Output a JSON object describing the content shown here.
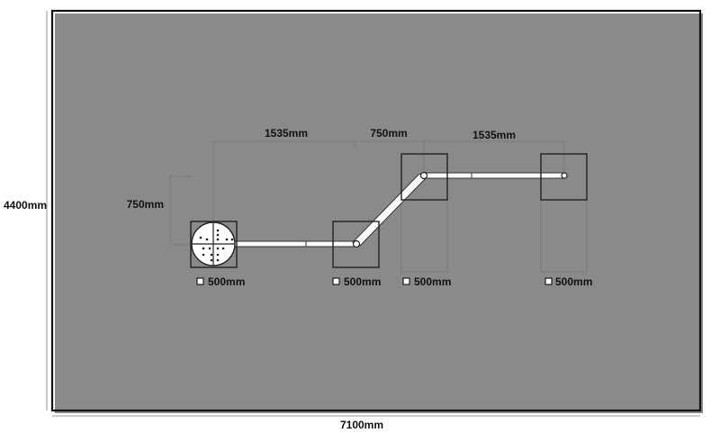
{
  "plan": {
    "overall_width": "7100mm",
    "overall_height": "4400mm",
    "span_left": "1535mm",
    "span_middle": "750mm",
    "span_right": "1535mm",
    "offset_vertical": "750mm",
    "base_sizes": [
      "500mm",
      "500mm",
      "500mm",
      "500mm"
    ],
    "colors": {
      "line": "#111111",
      "guide": "#777777",
      "shadow": "#8a8a8a"
    }
  }
}
